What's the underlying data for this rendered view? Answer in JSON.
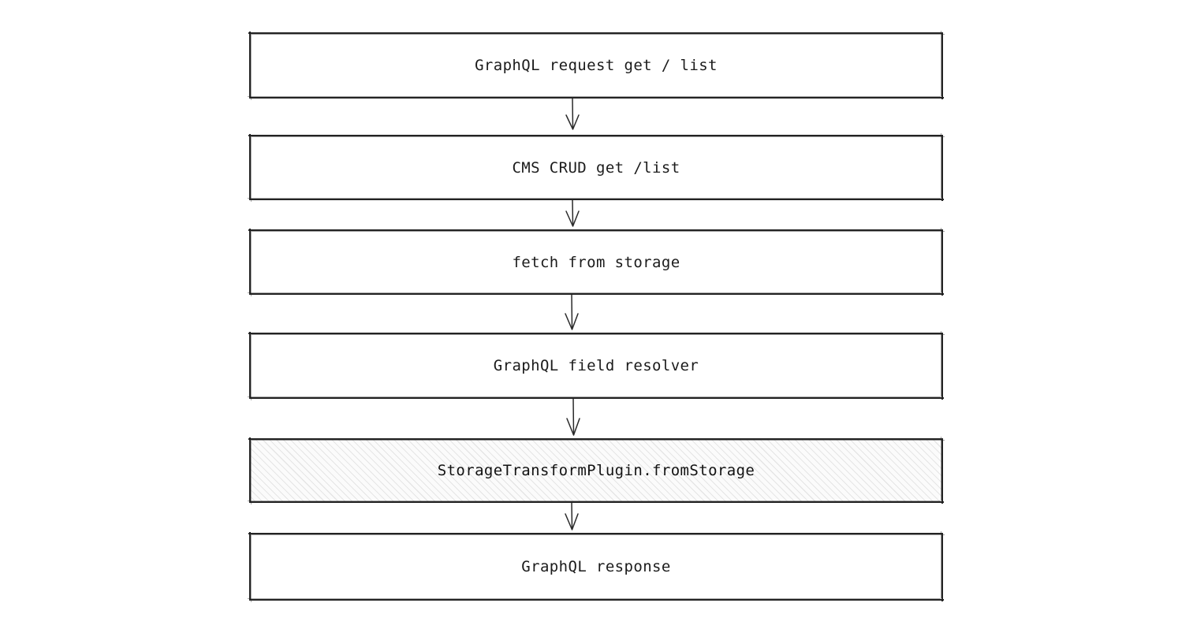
{
  "diagram": {
    "type": "flowchart",
    "orientation": "top-to-bottom",
    "background_color": "#ffffff",
    "stroke_color": "#232323",
    "highlight_fill": "#fbfbfb",
    "highlight_pattern": "diagonal-hatch-45deg",
    "nodes": [
      {
        "id": "graphql-request",
        "label": "GraphQL request get / list",
        "shape": "rectangle",
        "highlighted": false
      },
      {
        "id": "cms-crud",
        "label": "CMS CRUD get /list",
        "shape": "rectangle",
        "highlighted": false
      },
      {
        "id": "fetch-from-storage",
        "label": "fetch from storage",
        "shape": "rectangle",
        "highlighted": false
      },
      {
        "id": "graphql-field-resolver",
        "label": "GraphQL field resolver",
        "shape": "rectangle",
        "highlighted": false
      },
      {
        "id": "storage-transform-plugin",
        "label": "StorageTransformPlugin.fromStorage",
        "shape": "rectangle",
        "highlighted": true
      },
      {
        "id": "graphql-response",
        "label": "GraphQL response",
        "shape": "rectangle",
        "highlighted": false
      }
    ],
    "edges": [
      {
        "id": "edge-1",
        "from": "graphql-request",
        "to": "cms-crud",
        "arrow": "down",
        "label": ""
      },
      {
        "id": "edge-2",
        "from": "cms-crud",
        "to": "fetch-from-storage",
        "arrow": "down",
        "label": ""
      },
      {
        "id": "edge-3",
        "from": "fetch-from-storage",
        "to": "graphql-field-resolver",
        "arrow": "down",
        "label": ""
      },
      {
        "id": "edge-4",
        "from": "graphql-field-resolver",
        "to": "storage-transform-plugin",
        "arrow": "down",
        "label": ""
      },
      {
        "id": "edge-5",
        "from": "storage-transform-plugin",
        "to": "graphql-response",
        "arrow": "down",
        "label": ""
      }
    ]
  }
}
